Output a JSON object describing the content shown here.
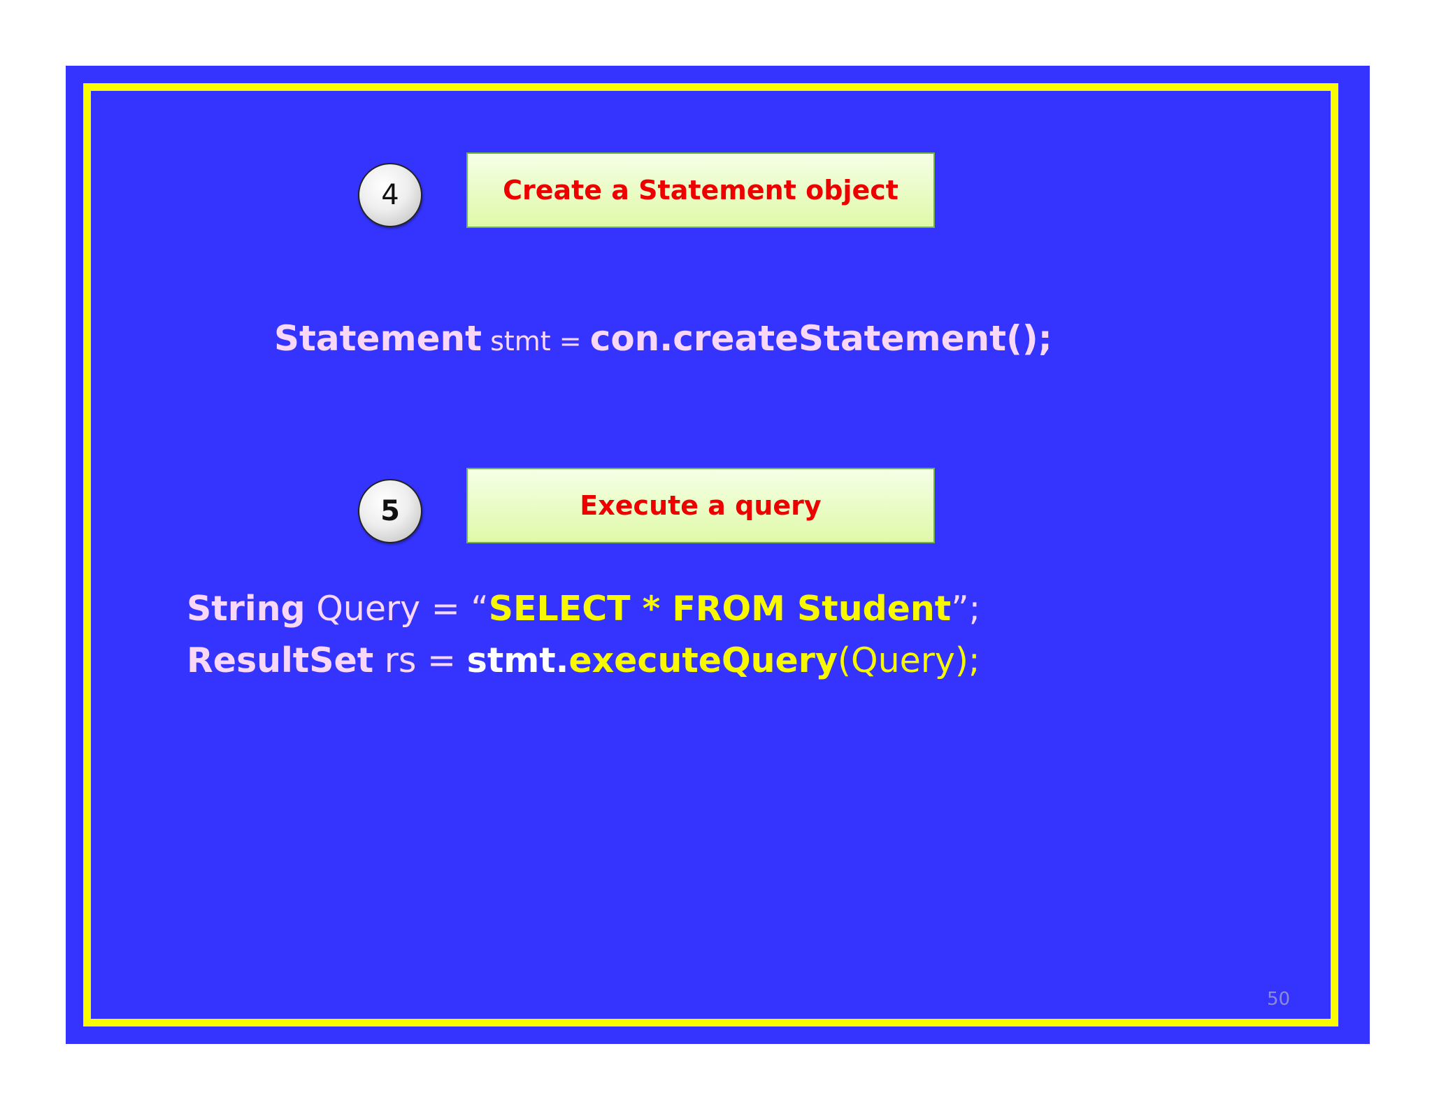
{
  "steps": [
    {
      "number": "4",
      "label": "Create a Statement object"
    },
    {
      "number": "5",
      "label": "Execute a query"
    }
  ],
  "code": {
    "line1": {
      "t1": "Statement",
      "t2": " stmt = ",
      "t3": "con.createStatement();"
    },
    "line2": {
      "t1": "String",
      "t2": " Query = “",
      "t3": "SELECT * FROM Student",
      "t4": "”;"
    },
    "line3": {
      "t1": "ResultSet",
      "t2": " rs = ",
      "t3": "stmt.",
      "t4": "executeQuery",
      "t5": "(Query);"
    }
  },
  "page_number": "50",
  "colors": {
    "slide_background": "#3434fe",
    "frame": "#fbfb00",
    "step_label": "#ee0000",
    "code_text": "#f9d8f7",
    "code_highlight": "#f8f800"
  }
}
